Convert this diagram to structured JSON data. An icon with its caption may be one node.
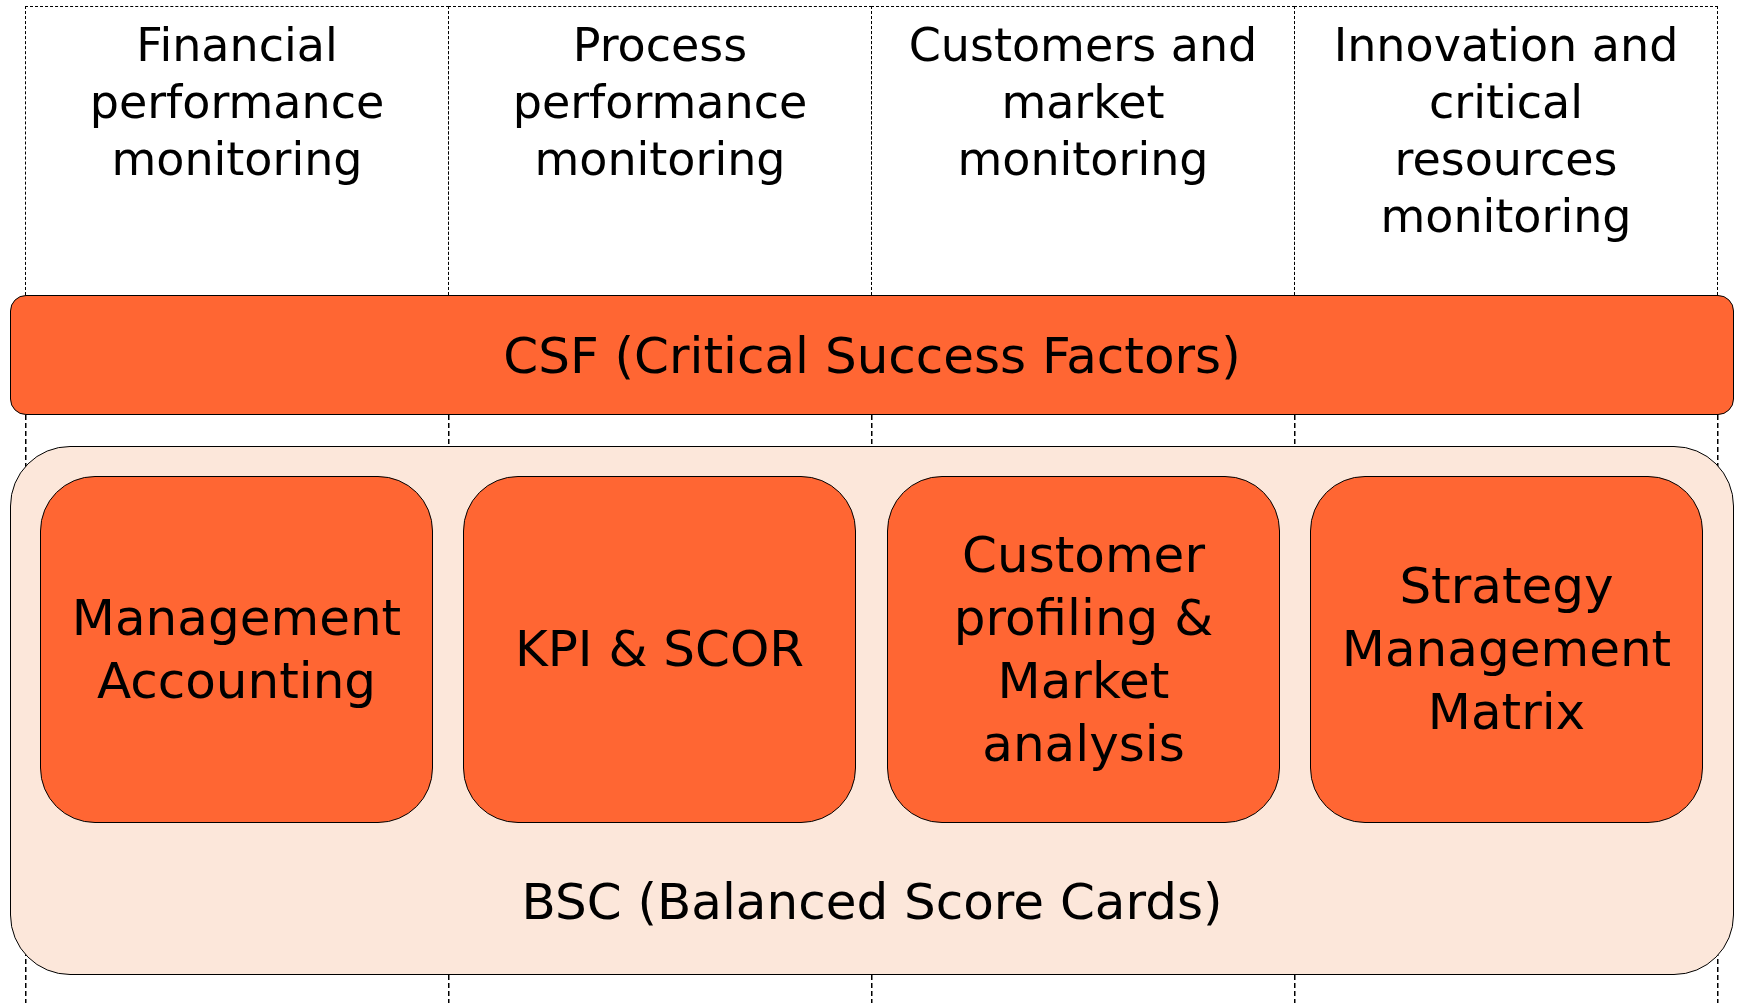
{
  "diagram": {
    "nodes": [
      {
        "text": [
          "Financial performance monitoring"
        ]
      },
      {
        "text": [
          "Process performance monitoring"
        ]
      },
      {
        "text": [
          "Customers and market monitoring"
        ]
      },
      {
        "text": [
          "Innovation and critical resources monitoring"
        ]
      },
      {
        "text": [
          "CSF (Critical Success Factors)"
        ]
      },
      {
        "text": [
          "BSC (Balanced Score Cards)"
        ]
      },
      {
        "text": [
          "Management Accounting"
        ],
        "in": 5
      },
      {
        "text": [
          "KPI & SCOR"
        ],
        "in": 5
      },
      {
        "text": [
          "Customer profiling & Market analysis"
        ],
        "in": 5
      },
      {
        "text": [
          "Strategy Management Matrix"
        ],
        "in": 5
      }
    ]
  }
}
